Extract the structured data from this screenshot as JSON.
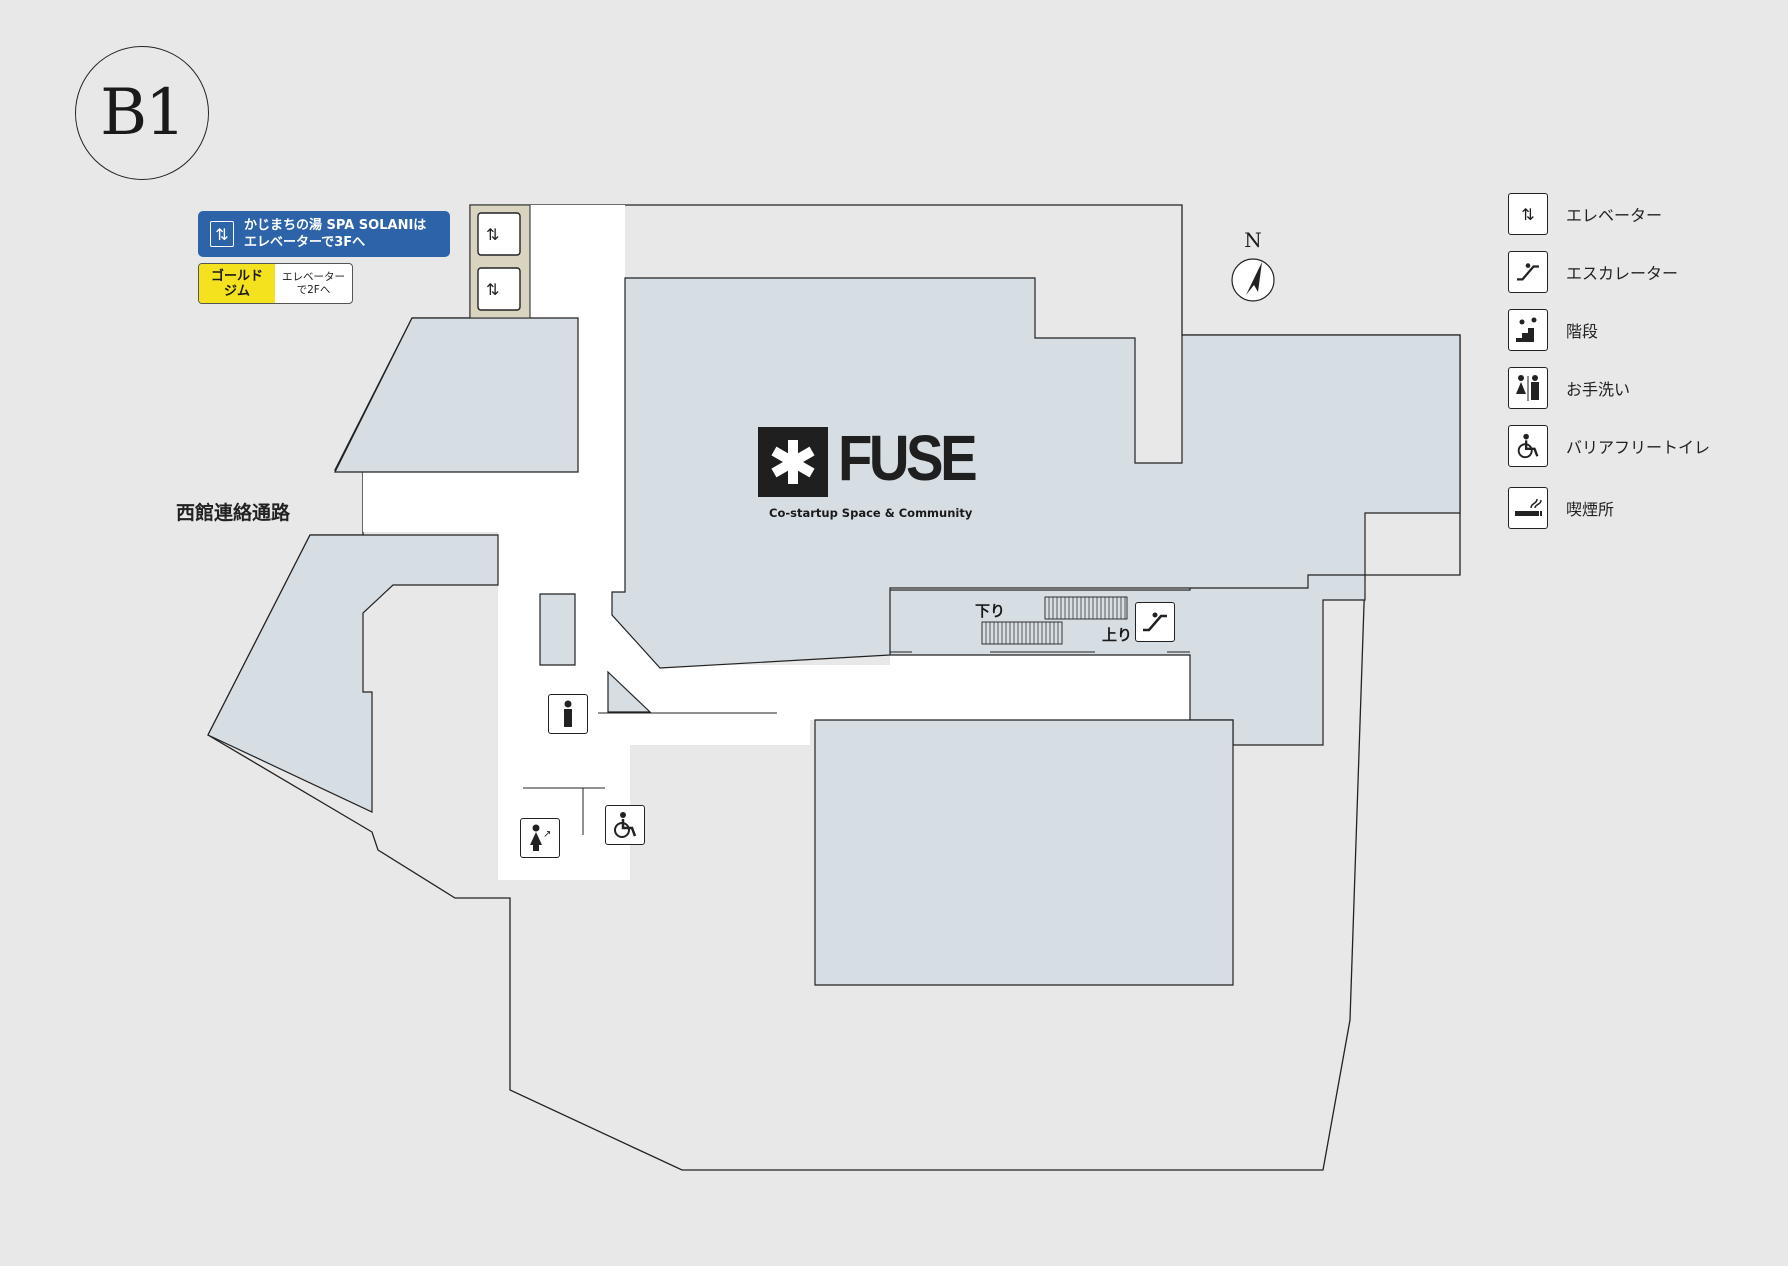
{
  "floor": {
    "label": "B1"
  },
  "notices": {
    "spa": "かじまちの湯 SPA SOLANIは\nエレベーターで3Fへ",
    "gym_name": "ゴールド\nジム",
    "gym_note": "エレベーター\nで2Fへ"
  },
  "labels": {
    "west_passage": "西館連絡通路",
    "down": "下り",
    "up": "上り"
  },
  "tenant": {
    "name": "FUSE",
    "tagline": "Co-startup Space & Community"
  },
  "compass": {
    "north": "N"
  },
  "legend": [
    {
      "icon": "elevator-icon",
      "label": "エレベーター"
    },
    {
      "icon": "escalator-icon",
      "label": "エスカレーター"
    },
    {
      "icon": "stairs-icon",
      "label": "階段"
    },
    {
      "icon": "restroom-icon",
      "label": "お手洗い"
    },
    {
      "icon": "wheelchair-icon",
      "label": "バリアフリートイレ"
    },
    {
      "icon": "smoking-icon",
      "label": "喫煙所"
    }
  ],
  "colors": {
    "background": "#e8e8e8",
    "tenant_fill": "#d6dee4",
    "corridor": "#ffffff",
    "spa_notice": "#2d63a8",
    "gym_notice": "#f3e21d"
  }
}
